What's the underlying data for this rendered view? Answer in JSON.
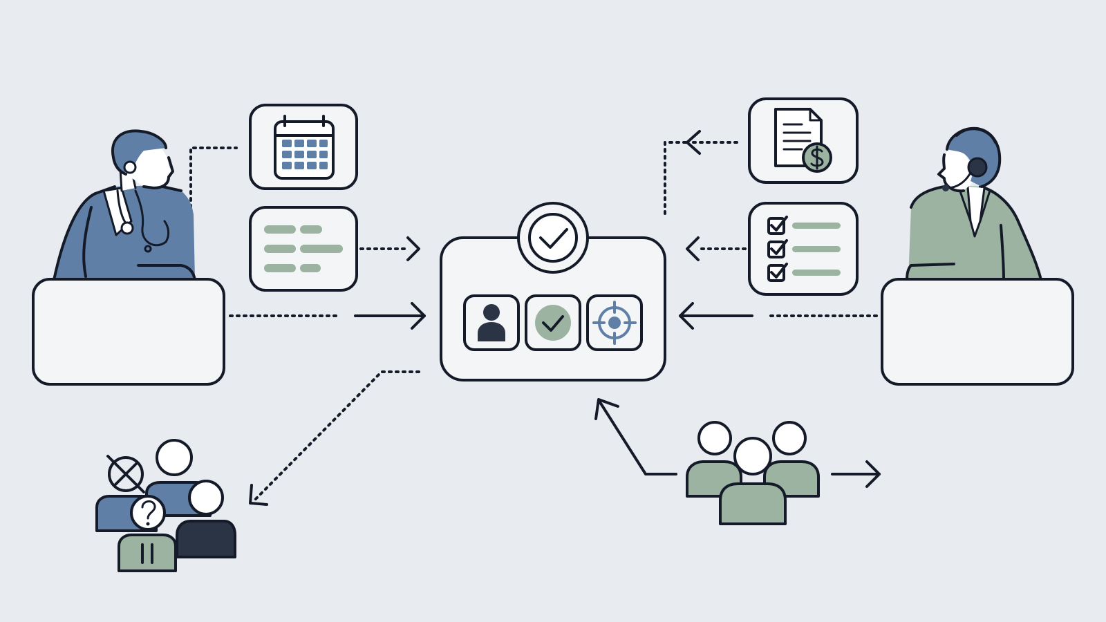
{
  "diagram": {
    "background": "#e8ecf0",
    "colors": {
      "outline": "#141a28",
      "box_fill": "#f3f5f7",
      "blue": "#5f7fa6",
      "green": "#9bb3a0",
      "navy": "#2b3445",
      "white": "#ffffff"
    },
    "nodes": [
      {
        "id": "clinician-desk",
        "kind": "person-at-desk",
        "icon": "doctor-icon",
        "color": "blue"
      },
      {
        "id": "calendar-card",
        "kind": "card",
        "icon": "calendar-icon"
      },
      {
        "id": "form-card",
        "kind": "card",
        "icon": "form-lines-icon"
      },
      {
        "id": "central-hub",
        "kind": "hub",
        "icons": [
          "approval-badge-icon",
          "user-icon",
          "check-circle-icon",
          "target-icon"
        ]
      },
      {
        "id": "invoice-card",
        "kind": "card",
        "icon": "invoice-dollar-icon"
      },
      {
        "id": "checklist-card",
        "kind": "card",
        "icon": "checklist-icon"
      },
      {
        "id": "agent-desk",
        "kind": "person-at-desk",
        "icon": "headset-agent-icon",
        "color": "green"
      },
      {
        "id": "patient-group",
        "kind": "group",
        "icon": "group-icon"
      },
      {
        "id": "unresolved-group",
        "kind": "group",
        "icon": "unresolved-group-icon"
      }
    ],
    "edges": [
      {
        "from": "clinician-desk",
        "to": "calendar-card",
        "style": "dotted"
      },
      {
        "from": "form-card",
        "to": "central-hub",
        "style": "dotted-arrow"
      },
      {
        "from": "clinician-desk",
        "to": "central-hub",
        "style": "dotted-solid-arrow"
      },
      {
        "from": "invoice-card",
        "to": "agent-desk",
        "style": "dotted-arrow"
      },
      {
        "from": "checklist-card",
        "to": "central-hub",
        "style": "dotted-arrow"
      },
      {
        "from": "agent-desk",
        "to": "central-hub",
        "style": "dotted-solid-arrow"
      },
      {
        "from": "central-hub",
        "to": "unresolved-group",
        "style": "dotted-arrow"
      },
      {
        "from": "patient-group",
        "to": "central-hub",
        "style": "solid-arrow"
      },
      {
        "from": "patient-group",
        "to": "outward",
        "style": "solid-arrow"
      }
    ]
  }
}
